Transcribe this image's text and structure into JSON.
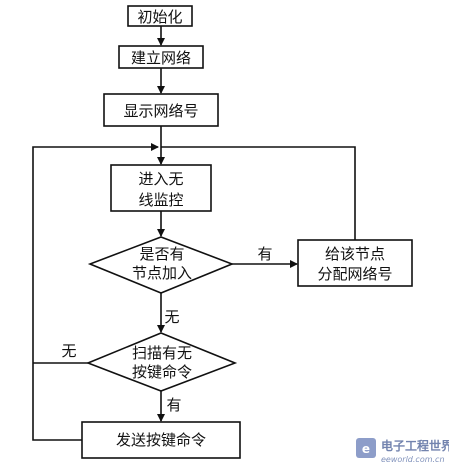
{
  "flowchart": {
    "init": "初始化",
    "build_network": "建立网络",
    "show_network_no": "显示网络号",
    "enter_monitor_l1": "进入无",
    "enter_monitor_l2": "线监控",
    "has_node_l1": "是否有",
    "has_node_l2": "节点加入",
    "assign_l1": "给该节点",
    "assign_l2": "分配网络号",
    "scan_l1": "扫描有无",
    "scan_l2": "按键命令",
    "send_cmd": "发送按键命令",
    "yes_1": "有",
    "no_1": "无",
    "no_2": "无",
    "yes_2": "有"
  },
  "watermark": {
    "title": "电子工程世界",
    "url": "eeworld.com.cn"
  },
  "colors": {
    "line": "#111111",
    "watermark": "#5a6ea0"
  }
}
